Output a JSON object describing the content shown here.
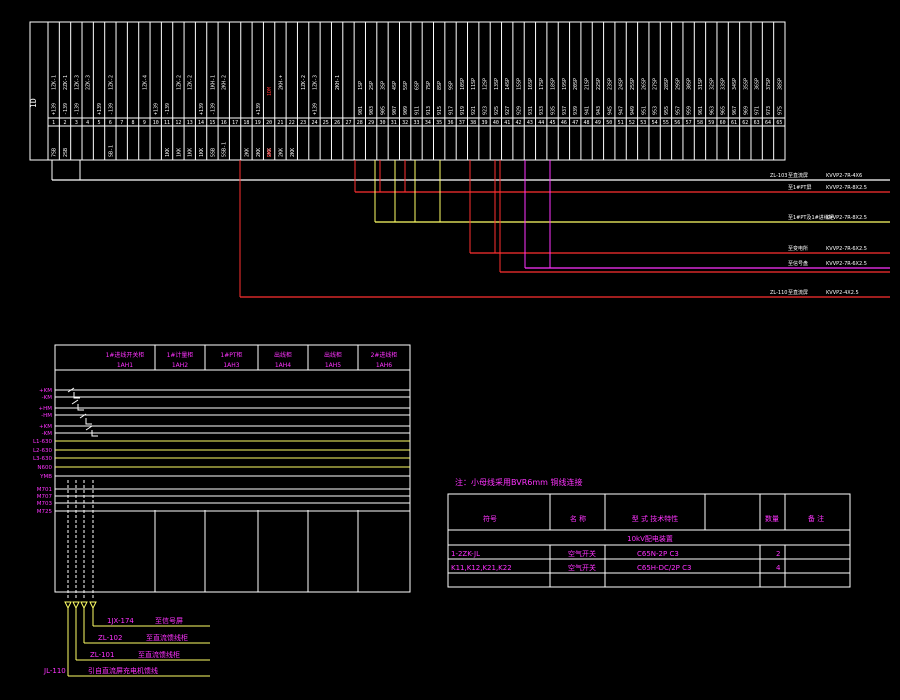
{
  "colors": {
    "white": "#ffffff",
    "magenta": "#ff33ff",
    "yellow": "#ffff66",
    "red": "#ff3030",
    "purple": "#cc33ff"
  },
  "terminal_block": {
    "title": "1D",
    "top_labels": [
      "1ZK-1",
      "2ZK-1",
      "1ZK-3",
      "2ZK-3",
      "",
      "1ZK-2",
      "",
      "",
      "1ZK-4",
      "",
      "",
      "1ZK-2",
      "1ZK-2",
      "",
      "1KH-1",
      "2KH-2",
      "",
      "",
      "",
      "",
      "2KH-+",
      "",
      "1ZK-2",
      "1ZK-3",
      "",
      "2KH-1",
      "",
      "1SP",
      "2SP",
      "3SP",
      "4SP",
      "5SP",
      "6SP",
      "7SP",
      "8SP",
      "9SP",
      "10SP",
      "11SP",
      "12SP",
      "13SP",
      "14SP",
      "15SP",
      "16SP",
      "17SP",
      "18SP",
      "19SP",
      "20SP",
      "21SP",
      "22SP",
      "23SP",
      "24SP",
      "25SP",
      "26SP",
      "27SP",
      "28SP",
      "29SP",
      "30SP",
      "31SP",
      "32SP",
      "33SP",
      "34SP",
      "35SP",
      "36SP",
      "37SP",
      "38SP"
    ],
    "mid_labels": [
      "+139",
      "-139",
      "-139",
      "",
      "+139",
      "-139",
      "",
      "",
      "",
      "+139",
      "-139",
      "",
      "",
      "+139",
      "-139",
      "",
      "",
      "",
      "+139",
      "",
      "",
      "",
      "",
      "+139",
      "",
      "",
      "",
      "901",
      "903",
      "905",
      "907",
      "909",
      "911",
      "913",
      "915",
      "917",
      "919",
      "921",
      "923",
      "925",
      "927",
      "929",
      "931",
      "933",
      "935",
      "937",
      "939",
      "941",
      "943",
      "945",
      "947",
      "949",
      "951",
      "953",
      "955",
      "957",
      "959",
      "961",
      "963",
      "965",
      "967",
      "969",
      "971",
      "973",
      "975",
      "977"
    ],
    "bottom_labels": [
      "7SB",
      "2SB",
      "",
      "",
      "",
      "SB-1",
      "",
      "",
      "",
      "",
      "1KK",
      "1KK",
      "1KK",
      "1KK",
      "5SB",
      "5SB-1",
      "",
      "2KK",
      "2KK",
      "2KK",
      "2KK",
      "2KK",
      "",
      "",
      "",
      "",
      "",
      "",
      "",
      "",
      "",
      "",
      "",
      "",
      "",
      "",
      "",
      "",
      "",
      "",
      "",
      "",
      "",
      "",
      "",
      "",
      "",
      "",
      "",
      "",
      "",
      ""
    ],
    "red_marks": [
      "1DM",
      "DWS"
    ]
  },
  "outgoing_cables": [
    {
      "id": "ZL-103",
      "dest": "至直流屏",
      "spec": "KVVP2-7R-4X6",
      "color": "white"
    },
    {
      "id": "",
      "dest": "至1#PT屏",
      "spec": "KVVP2-7R-8X2.5",
      "color": "red"
    },
    {
      "id": "",
      "dest": "至1#PT及1#进线柜",
      "spec": "KVVP2-7R-8X2.5",
      "color": "yellow"
    },
    {
      "id": "",
      "dest": "至变电所",
      "spec": "KVVP2-7R-6X2.5",
      "color": "red"
    },
    {
      "id": "",
      "dest": "至信号盘",
      "spec": "KVVP2-7R-6X2.5",
      "color": "magenta"
    },
    {
      "id": "",
      "dest": "",
      "spec": "",
      "color": "red"
    },
    {
      "id": "ZL-110",
      "dest": "至直流屏",
      "spec": "KVVP2-4X2.5",
      "color": "red"
    }
  ],
  "bus_panel": {
    "headers": [
      {
        "name": "1#进线开关柜",
        "code": "1AH1"
      },
      {
        "name": "1#计量柜",
        "code": "1AH2"
      },
      {
        "name": "1#PT柜",
        "code": "1AH3"
      },
      {
        "name": "出线柜",
        "code": "1AH4"
      },
      {
        "name": "出线柜",
        "code": "1AH5"
      },
      {
        "name": "2#进线柜",
        "code": "1AH6"
      }
    ],
    "bus_labels": [
      "+KM",
      "-KM",
      "+HM",
      "-HM",
      "+KM",
      "-KM",
      "L1-630",
      "L2-630",
      "L3-630",
      "N600",
      "YMB",
      "M701",
      "M707",
      "M703",
      "M725"
    ]
  },
  "bottom_cables": [
    {
      "id": "1JX-174",
      "dest": "至信号屏"
    },
    {
      "id": "ZL-102",
      "dest": "至直流馈线柜"
    },
    {
      "id": "ZL-101",
      "dest": "至直流馈线柜"
    },
    {
      "id": "JL-110",
      "dest": "引自直流屏充电机馈线"
    }
  ],
  "note": "注：小母线采用BVR6mm 铜线连接",
  "material_table": {
    "headers": [
      "符号",
      "名  称",
      "型  式  技术特性",
      "数量",
      "备  注"
    ],
    "section_title": "10kV配电装置",
    "rows": [
      [
        "1-2ZK-JL",
        "空气开关",
        "C65N-2P C3",
        "2",
        ""
      ],
      [
        "K11,K12,K21,K22",
        "空气开关",
        "C65H-DC/2P C3",
        "4",
        ""
      ]
    ]
  }
}
